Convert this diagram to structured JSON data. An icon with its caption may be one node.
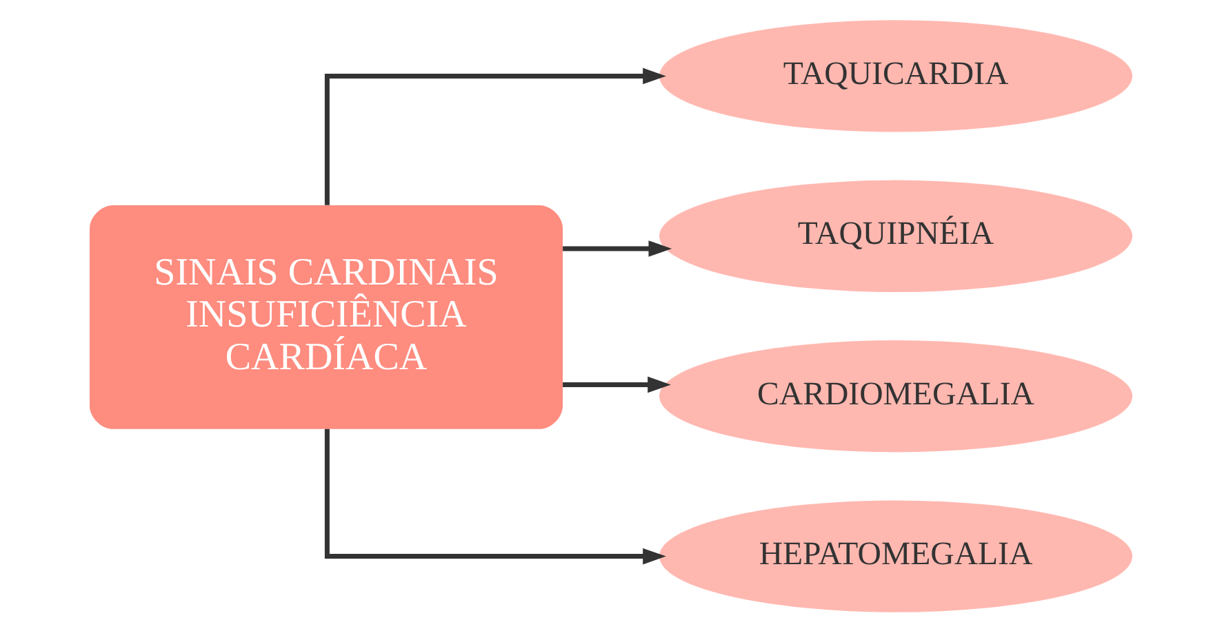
{
  "diagram": {
    "nodes": [
      {
        "text": [
          "SINAIS CARDINAIS INSUFICIÊNCIA CARDÍACA"
        ]
      },
      {
        "text": [
          "TAQUICARDIA"
        ]
      },
      {
        "text": [
          "TAQUIPNÉIA"
        ]
      },
      {
        "text": [
          "CARDIOMEGALIA"
        ]
      },
      {
        "text": [
          "HEPATOMEGALIA"
        ]
      }
    ],
    "edges": [
      {
        "from": 0,
        "to": 1,
        "arrow": "to"
      },
      {
        "from": 0,
        "to": 2,
        "arrow": "to"
      },
      {
        "from": 0,
        "to": 3,
        "arrow": "to"
      },
      {
        "from": 0,
        "to": 4,
        "arrow": "to"
      }
    ]
  }
}
